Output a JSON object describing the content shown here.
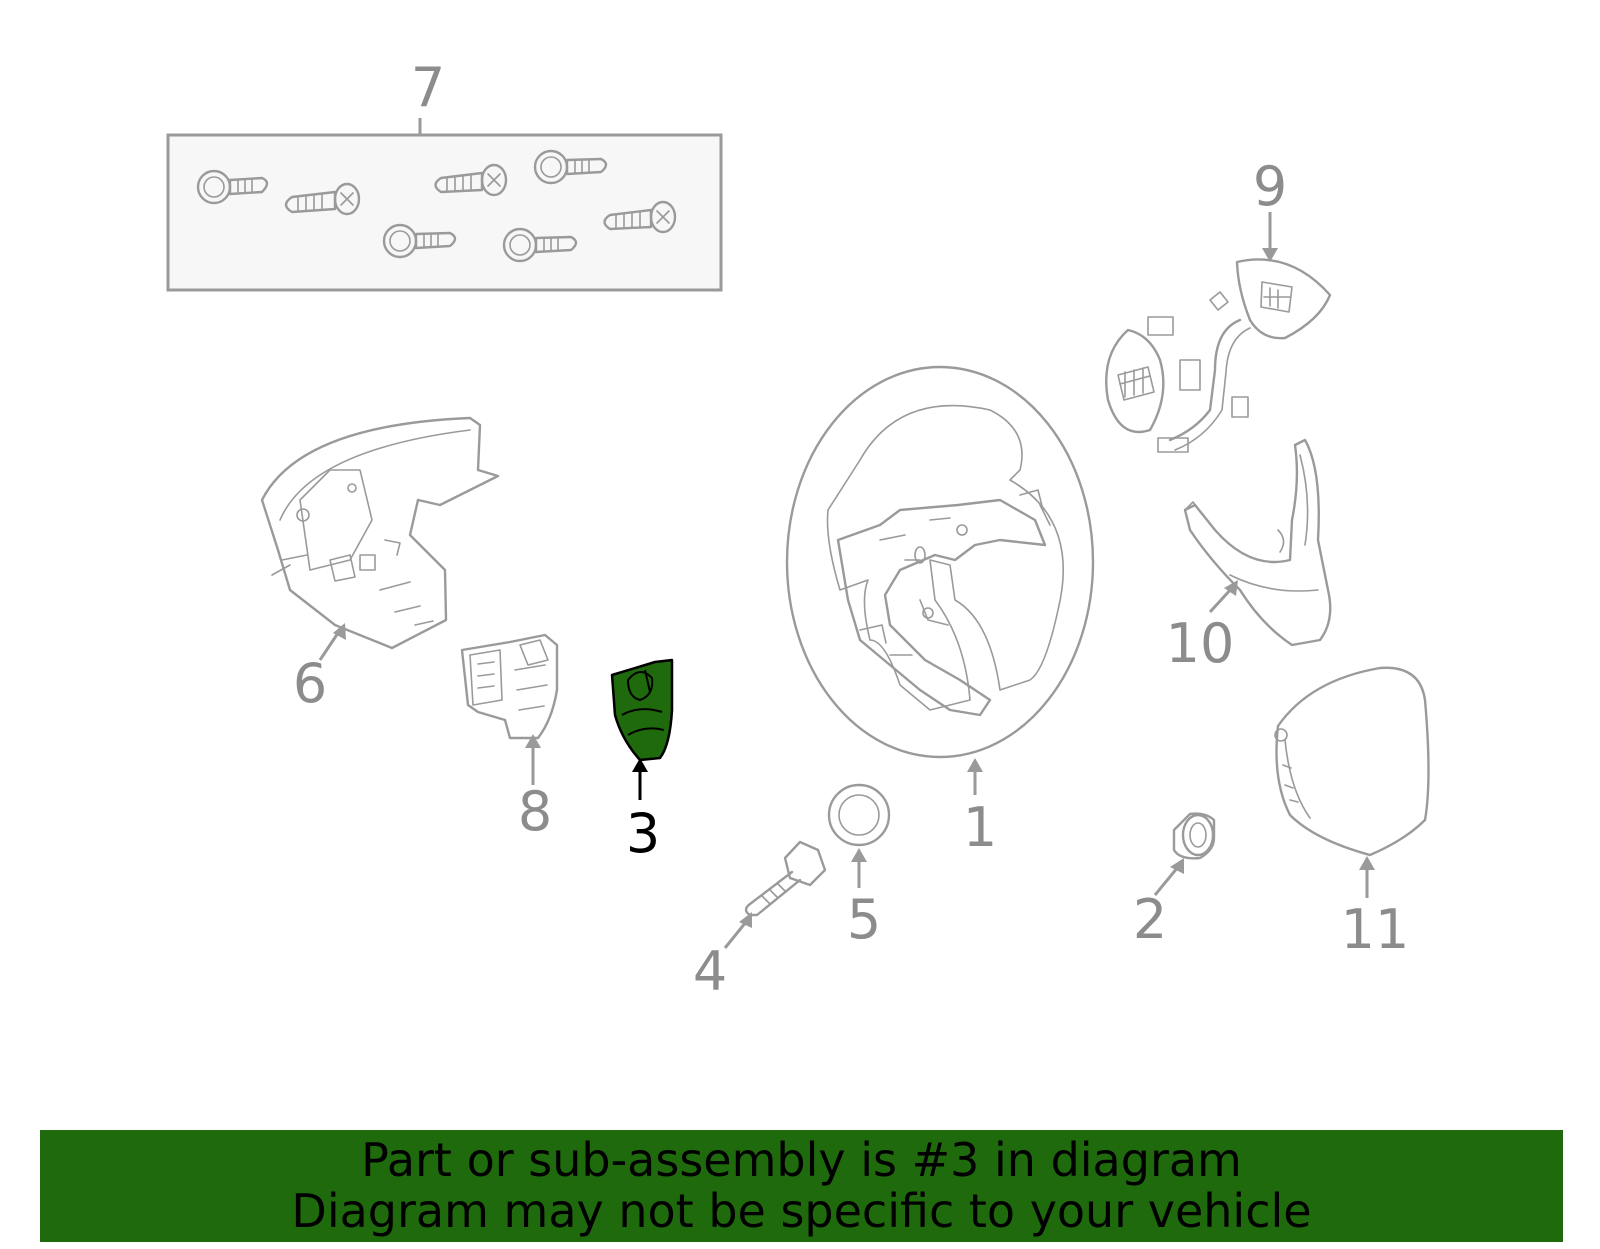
{
  "callouts": {
    "c1": "1",
    "c2": "2",
    "c3": "3",
    "c4": "4",
    "c5": "5",
    "c6": "6",
    "c7": "7",
    "c8": "8",
    "c9": "9",
    "c10": "10",
    "c11": "11"
  },
  "highlight": {
    "part_number": "3",
    "color": "#1f6a0c"
  },
  "colors": {
    "line": "#9a9a9a",
    "label": "#8c8c8c",
    "banner": "#1f6a0c"
  },
  "banner": {
    "line1": "Part or sub-assembly is #3 in diagram",
    "line2": "Diagram may not be specific to your vehicle"
  }
}
